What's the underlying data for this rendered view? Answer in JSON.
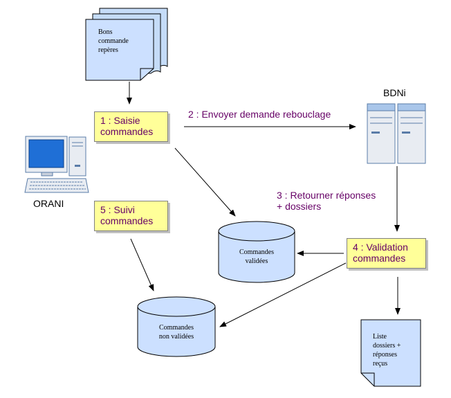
{
  "stack_docs": [
    "Bons",
    "commande",
    "repères"
  ],
  "result_doc": [
    "Liste",
    "dossiers +",
    "réponses",
    "reçus"
  ],
  "orani_label": "ORANI",
  "bdni_label": "BDNi",
  "steps": {
    "s1": [
      "1 : Saisie",
      "commandes"
    ],
    "s4": [
      "4 : Validation",
      "commandes"
    ],
    "s5": [
      "5 : Suivi",
      "commandes"
    ]
  },
  "arrow_labels": {
    "a2": "2 : Envoyer demande rebouclage",
    "a3": [
      "3 : Retourner réponses",
      "+ dossiers"
    ]
  },
  "databases": {
    "validated": [
      "Commandes",
      "validées"
    ],
    "not_validated": [
      "Commandes",
      "non validées"
    ]
  },
  "colors": {
    "doc_fill": "#cce0ff",
    "step_fill": "#ffff99",
    "label_purple": "#660066"
  }
}
